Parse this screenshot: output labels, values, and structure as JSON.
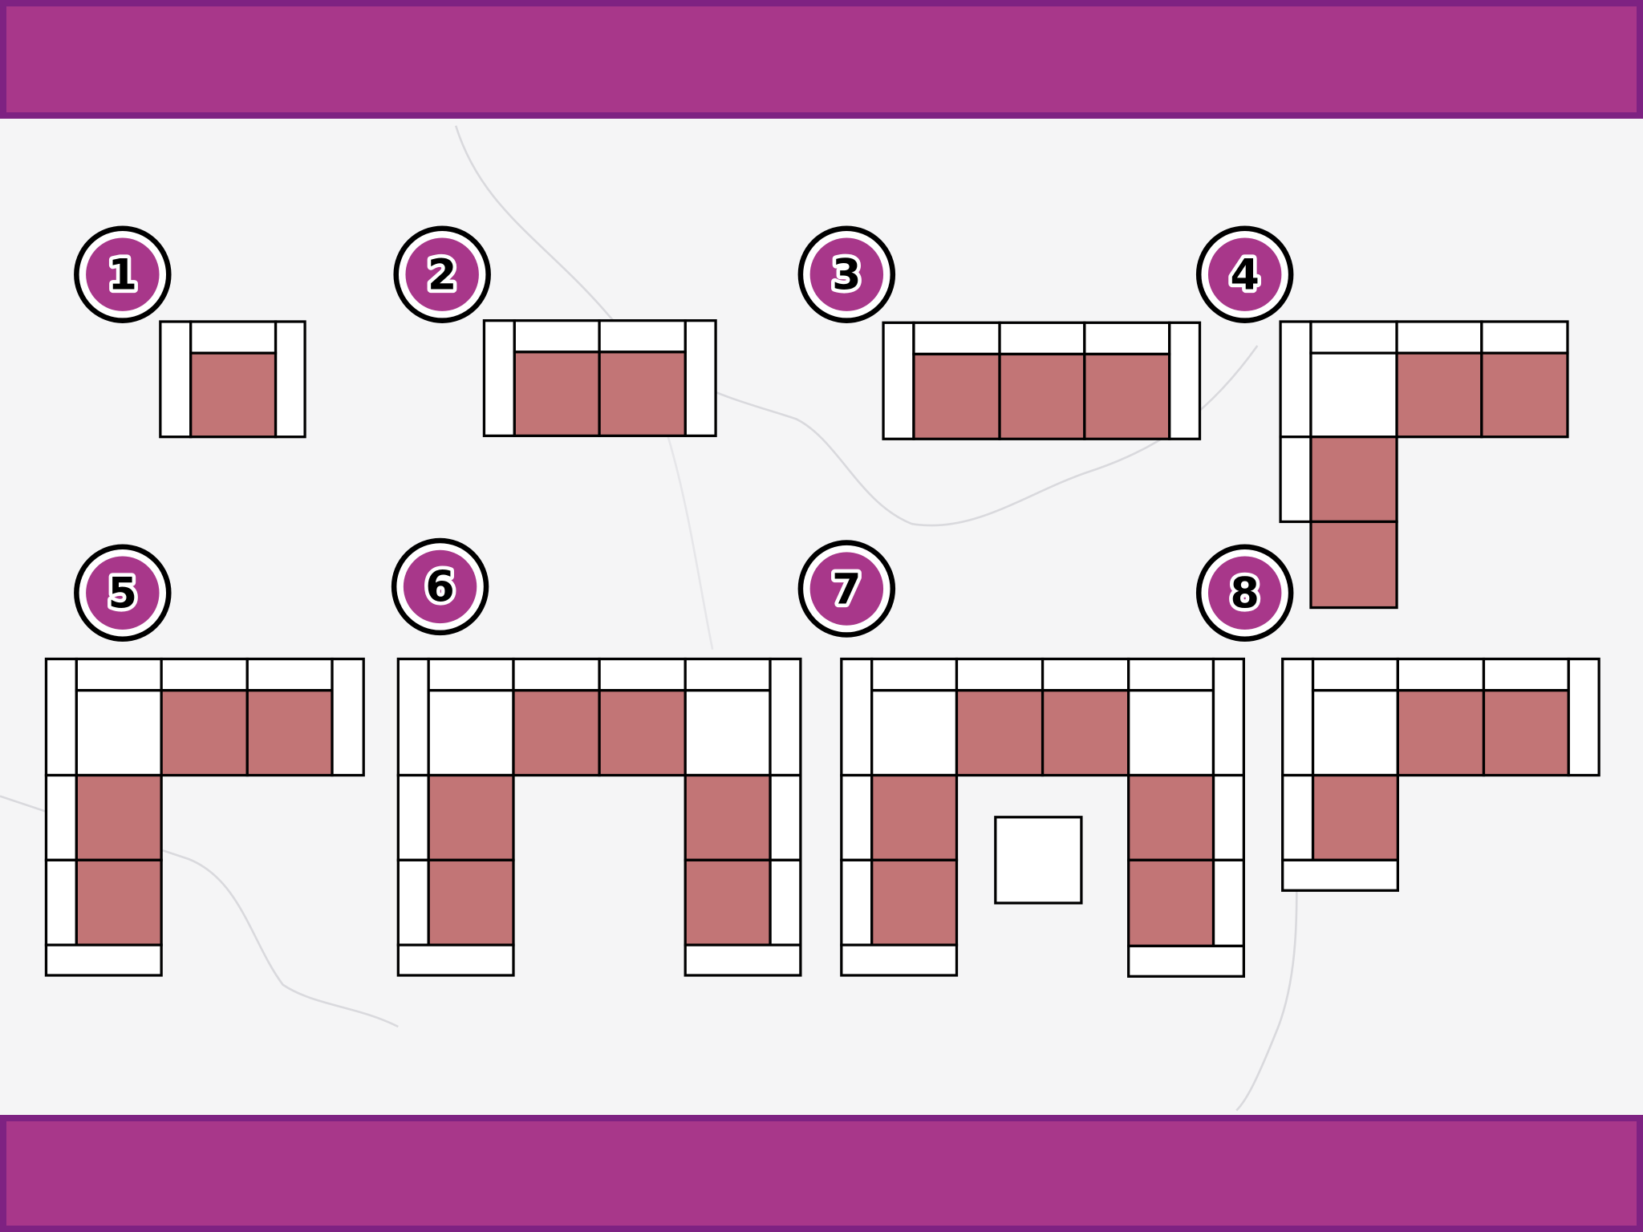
{
  "colors": {
    "band_fill": "#a8378a",
    "band_border": "#7e2282",
    "seat_fill": "#c27576",
    "frame_fill": "#ffffff",
    "outline": "#000000",
    "badge_fill": "#a8378a"
  },
  "configurations": [
    {
      "label": "1",
      "seats": 1
    },
    {
      "label": "2",
      "seats": 2
    },
    {
      "label": "3",
      "seats": 3
    },
    {
      "label": "4",
      "seats": 4
    },
    {
      "label": "5",
      "seats": 4
    },
    {
      "label": "6",
      "seats": 6
    },
    {
      "label": "7",
      "seats": 6
    },
    {
      "label": "8",
      "seats": 3
    }
  ]
}
